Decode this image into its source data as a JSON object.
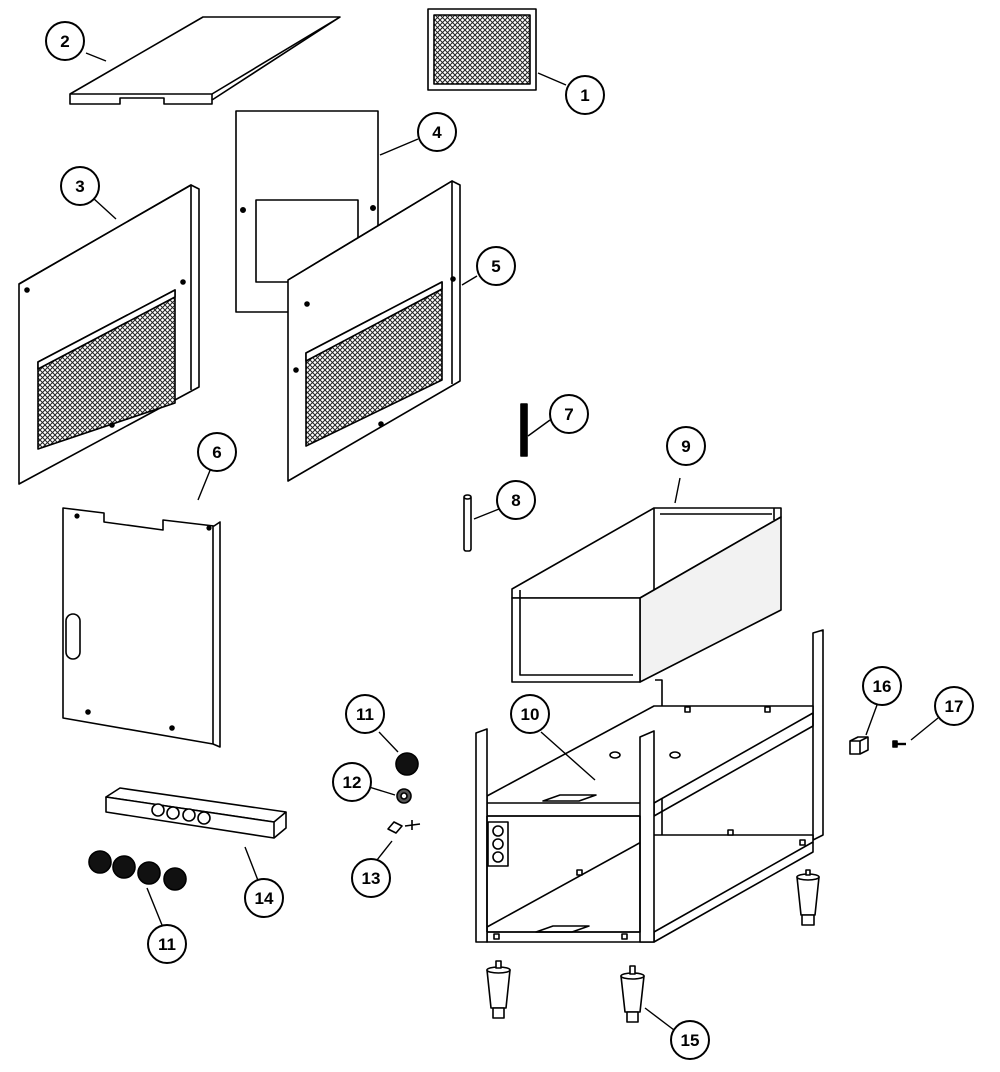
{
  "callouts": [
    {
      "label": "1"
    },
    {
      "label": "2"
    },
    {
      "label": "3"
    },
    {
      "label": "4"
    },
    {
      "label": "5"
    },
    {
      "label": "6"
    },
    {
      "label": "7"
    },
    {
      "label": "8"
    },
    {
      "label": "9"
    },
    {
      "label": "10"
    },
    {
      "label": "11"
    },
    {
      "label": "12"
    },
    {
      "label": "13"
    },
    {
      "label": "14"
    },
    {
      "label": "11"
    },
    {
      "label": "15"
    },
    {
      "label": "16"
    },
    {
      "label": "17"
    }
  ],
  "colors": {
    "line": "#000000",
    "paper": "#ffffff",
    "mesh": "#3a3a3a",
    "shade": "#d8d8d8"
  }
}
